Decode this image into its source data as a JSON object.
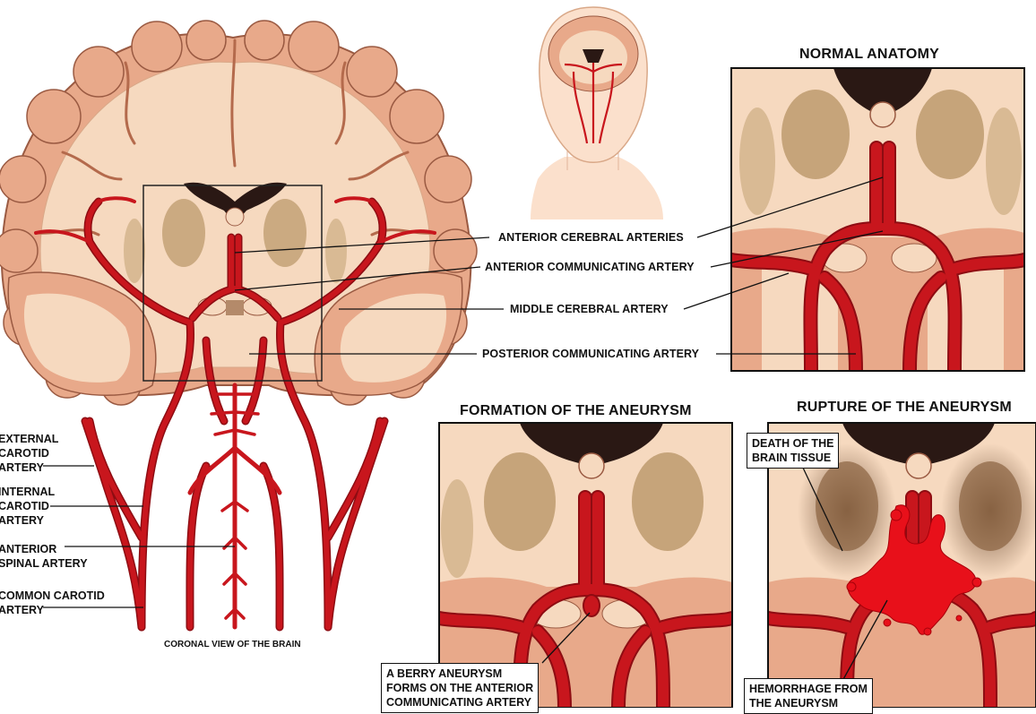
{
  "titles": {
    "normal": "NORMAL ANATOMY",
    "formation": "FORMATION OF THE ANEURYSM",
    "rupture": "RUPTURE OF THE ANEURYSM"
  },
  "center_labels": {
    "aca": "ANTERIOR CEREBRAL ARTERIES",
    "acom": "ANTERIOR COMMUNICATING ARTERY",
    "mca": "MIDDLE CEREBRAL ARTERY",
    "pcom": "POSTERIOR COMMUNICATING ARTERY"
  },
  "left_labels": {
    "external": [
      "EXTERNAL",
      "CAROTID",
      "ARTERY"
    ],
    "internal": [
      "INTERNAL",
      "CAROTID",
      "ARTERY"
    ],
    "spinal": [
      "ANTERIOR",
      "SPINAL ARTERY"
    ],
    "common": [
      "COMMON CAROTID",
      "ARTERY"
    ]
  },
  "caption": "CORONAL VIEW OF THE BRAIN",
  "callouts": {
    "berry": [
      "A BERRY ANEURYSM",
      "FORMS ON THE ANTERIOR",
      "COMMUNICATING ARTERY"
    ],
    "death": [
      "DEATH OF THE",
      "BRAIN TISSUE"
    ],
    "hemorrhage": [
      "HEMORRHAGE FROM",
      "THE ANEURYSM"
    ]
  },
  "colors": {
    "artery": "#c8161d",
    "artery_dark": "#8e0c12",
    "brain_outer": "#e8a98a",
    "brain_inner": "#f6d9bf",
    "basal": "#c6a47a",
    "ventricle": "#2a1814",
    "hemorrhage": "#e8101a"
  }
}
